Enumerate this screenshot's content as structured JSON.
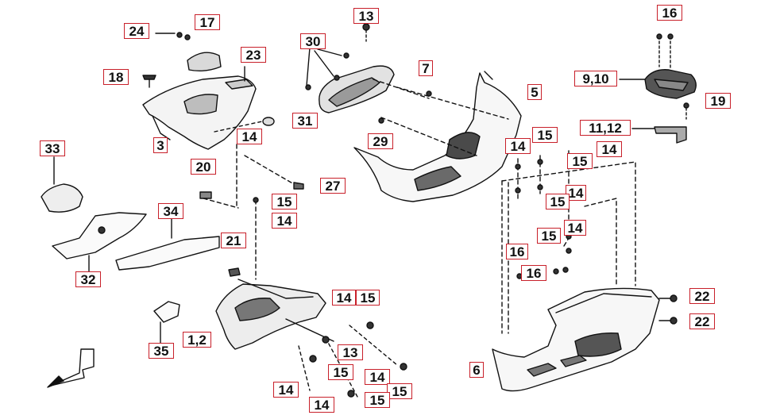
{
  "labels": {
    "p24": "24",
    "p17": "17",
    "p13a": "13",
    "p16a": "16",
    "p30": "30",
    "p23": "23",
    "p7": "7",
    "p18": "18",
    "p9_10": "9,10",
    "p5": "5",
    "p19": "19",
    "p31": "31",
    "p3": "3",
    "p14a": "14",
    "p11_12": "11,12",
    "p29": "29",
    "p33": "33",
    "p14b": "14",
    "p15a": "15",
    "p14c": "14",
    "p20": "20",
    "p27": "27",
    "p15b": "15",
    "p15c": "15",
    "p14d": "14",
    "p34": "34",
    "p14e": "14",
    "p15d": "15",
    "p14f": "14",
    "p21": "21",
    "p15e": "15",
    "p32": "32",
    "p16b": "16",
    "p16c": "16",
    "p22a": "22",
    "p14g": "14",
    "p15f": "15",
    "p22b": "22",
    "p1_2": "1,2",
    "p13b": "13",
    "p35": "35",
    "p15g": "15",
    "p14h": "14",
    "p6": "6",
    "p14i": "14",
    "p15h": "15",
    "p14j": "14",
    "p15i": "15"
  }
}
